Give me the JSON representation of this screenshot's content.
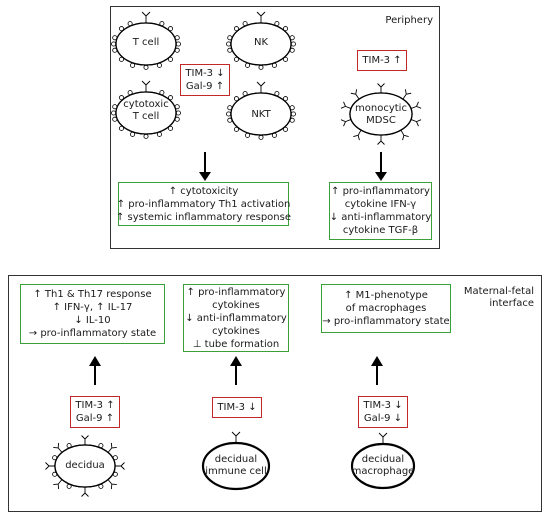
{
  "periphery": {
    "title": "Periphery",
    "cells": {
      "tcell": "T cell",
      "nk": "NK",
      "cytotoxic_l1": "cytotoxic",
      "cytotoxic_l2": "T cell",
      "nkt": "NKT",
      "mdsc_l1": "monocytic",
      "mdsc_l2": "MDSC"
    },
    "lymph_markers": [
      "TIM-3 ↓",
      "Gal-9 ↑"
    ],
    "mdsc_marker": "TIM-3 ↑",
    "lymph_effects": [
      "↑ cytotoxicity",
      "↑ pro-inflammatory Th1 activation",
      "↑ systemic inflammatory response"
    ],
    "mdsc_effects": [
      "↑ pro-inflammatory",
      "cytokine IFN-γ",
      "↓ anti-inflammatory",
      "cytokine TGF-β"
    ]
  },
  "interface": {
    "title_l1": "Maternal-fetal",
    "title_l2": "interface",
    "decidua": {
      "label": "decidua",
      "markers": [
        "TIM-3 ↑",
        "Gal-9 ↑"
      ],
      "effects": [
        "↑ Th1 & Th17 response",
        "↑ IFN-γ, ↑ IL-17",
        "↓ IL-10",
        "→ pro-inflammatory state"
      ]
    },
    "immune": {
      "label_l1": "decidual",
      "label_l2": "immune cell",
      "markers": [
        "TIM-3 ↓"
      ],
      "effects": [
        "↑ pro-inflammatory",
        "cytokines",
        "↓ anti-inflammatory",
        "cytokines",
        "⊥ tube formation"
      ]
    },
    "macro": {
      "label_l1": "decidual",
      "label_l2": "macrophage",
      "markers": [
        "TIM-3 ↓",
        "Gal-9 ↓"
      ],
      "effects": [
        "↑ M1-phenotype",
        "of macrophages",
        "→ pro-inflammatory state"
      ]
    }
  },
  "colors": {
    "red": "#c0282a",
    "green": "#3aa13a"
  }
}
